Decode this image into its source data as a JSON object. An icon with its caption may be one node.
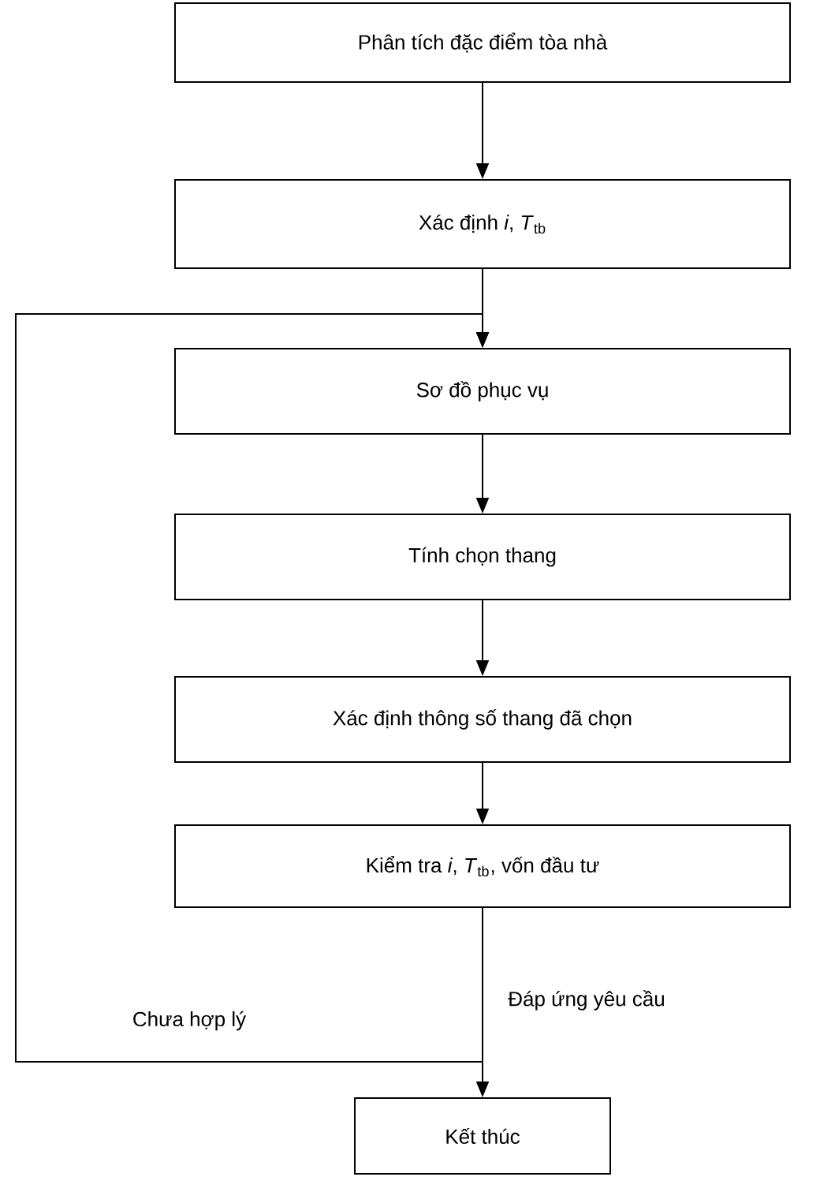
{
  "diagram": {
    "nodes": [
      {
        "text": [
          "Phân tích đặc điểm tòa nhà"
        ]
      },
      {
        "text": [
          "Xác định *i*, *T*$_{tb}$"
        ]
      },
      {
        "text": [
          "Sơ đồ phục vụ"
        ]
      },
      {
        "text": [
          "Tính chọn thang"
        ]
      },
      {
        "text": [
          "Xác định thông số thang đã chọn"
        ]
      },
      {
        "text": [
          "Kiểm tra *i*, *T*$_{tb}$, vốn đầu tư"
        ]
      },
      {
        "text": [
          "Kết thúc"
        ]
      }
    ],
    "edges": [
      {
        "from": 0,
        "to": 1,
        "arrow": "to"
      },
      {
        "from": 1,
        "to": 2,
        "arrow": "to"
      },
      {
        "from": 2,
        "to": 3,
        "arrow": "to"
      },
      {
        "from": 3,
        "to": 4,
        "arrow": "to"
      },
      {
        "from": 4,
        "to": 5,
        "arrow": "to"
      },
      {
        "from": 5,
        "to": 6,
        "arrow": "to",
        "label": "Đáp ứng yêu cầu"
      },
      {
        "from": 5,
        "to": 2,
        "arrow": "to",
        "label": "Chưa hợp lý"
      }
    ]
  }
}
